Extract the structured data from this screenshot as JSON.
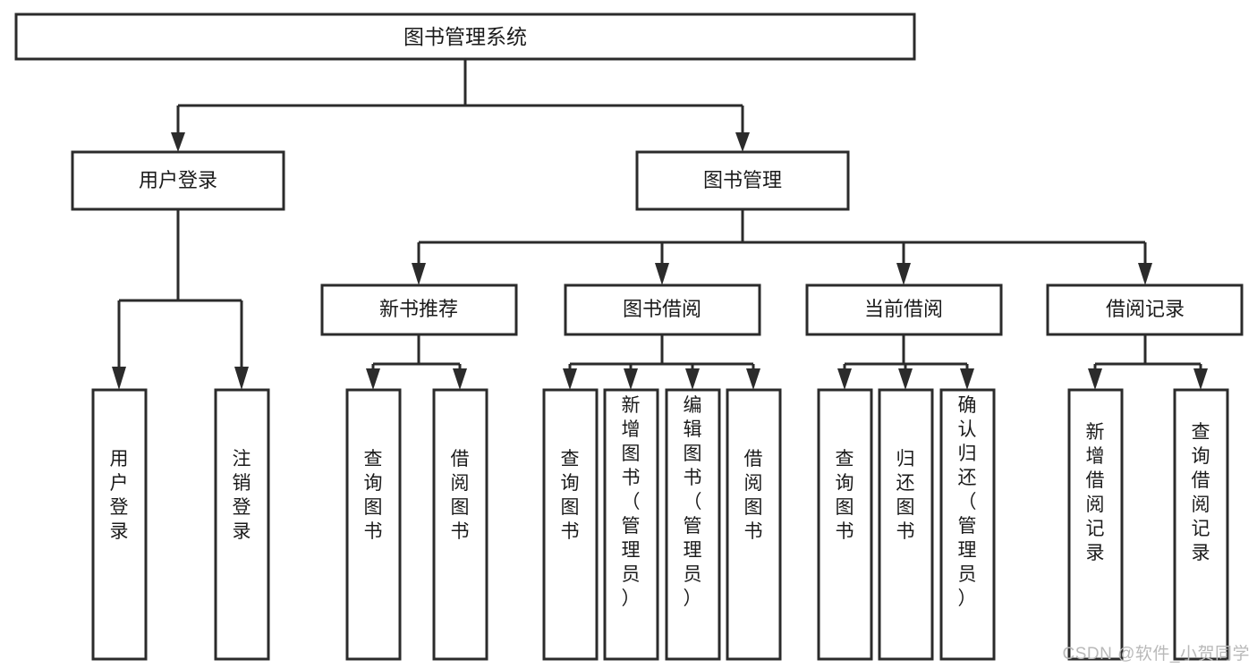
{
  "diagram": {
    "title": "图书管理系统",
    "type": "hierarchy-tree",
    "root": {
      "id": "root",
      "label": "图书管理系统"
    },
    "level2": [
      {
        "id": "user-login",
        "label": "用户登录"
      },
      {
        "id": "book-management",
        "label": "图书管理"
      }
    ],
    "level3": [
      {
        "id": "new-book-recommend",
        "label": "新书推荐",
        "parent": "book-management"
      },
      {
        "id": "book-borrow",
        "label": "图书借阅",
        "parent": "book-management"
      },
      {
        "id": "current-borrow",
        "label": "当前借阅",
        "parent": "book-management"
      },
      {
        "id": "borrow-record",
        "label": "借阅记录",
        "parent": "book-management"
      }
    ],
    "leaves": [
      {
        "id": "leaf-user-login",
        "label": "用户登录",
        "parent": "user-login"
      },
      {
        "id": "leaf-logout-login",
        "label": "注销登录",
        "parent": "user-login"
      },
      {
        "id": "leaf-query-book-1",
        "label": "查询图书",
        "parent": "new-book-recommend"
      },
      {
        "id": "leaf-borrow-book-1",
        "label": "借阅图书",
        "parent": "new-book-recommend"
      },
      {
        "id": "leaf-query-book-2",
        "label": "查询图书",
        "parent": "book-borrow"
      },
      {
        "id": "leaf-add-book",
        "label": "新增图书（管理员）",
        "parent": "book-borrow"
      },
      {
        "id": "leaf-edit-book",
        "label": "编辑图书（管理员）",
        "parent": "book-borrow"
      },
      {
        "id": "leaf-borrow-book-2",
        "label": "借阅图书",
        "parent": "book-borrow"
      },
      {
        "id": "leaf-query-book-3",
        "label": "查询图书",
        "parent": "current-borrow"
      },
      {
        "id": "leaf-return-book",
        "label": "归还图书",
        "parent": "current-borrow"
      },
      {
        "id": "leaf-confirm-return",
        "label": "确认归还（管理员）",
        "parent": "current-borrow"
      },
      {
        "id": "leaf-add-record",
        "label": "新增借阅记录",
        "parent": "borrow-record"
      },
      {
        "id": "leaf-query-record",
        "label": "查询借阅记录",
        "parent": "borrow-record"
      }
    ]
  },
  "watermark": {
    "text": "CSDN @软件_小贺同学"
  },
  "colors": {
    "stroke": "#2b2b2b",
    "box_fill": "#ffffff",
    "text": "#1b1b1b",
    "background": "#ffffff",
    "watermark": "#b9b9b9"
  }
}
